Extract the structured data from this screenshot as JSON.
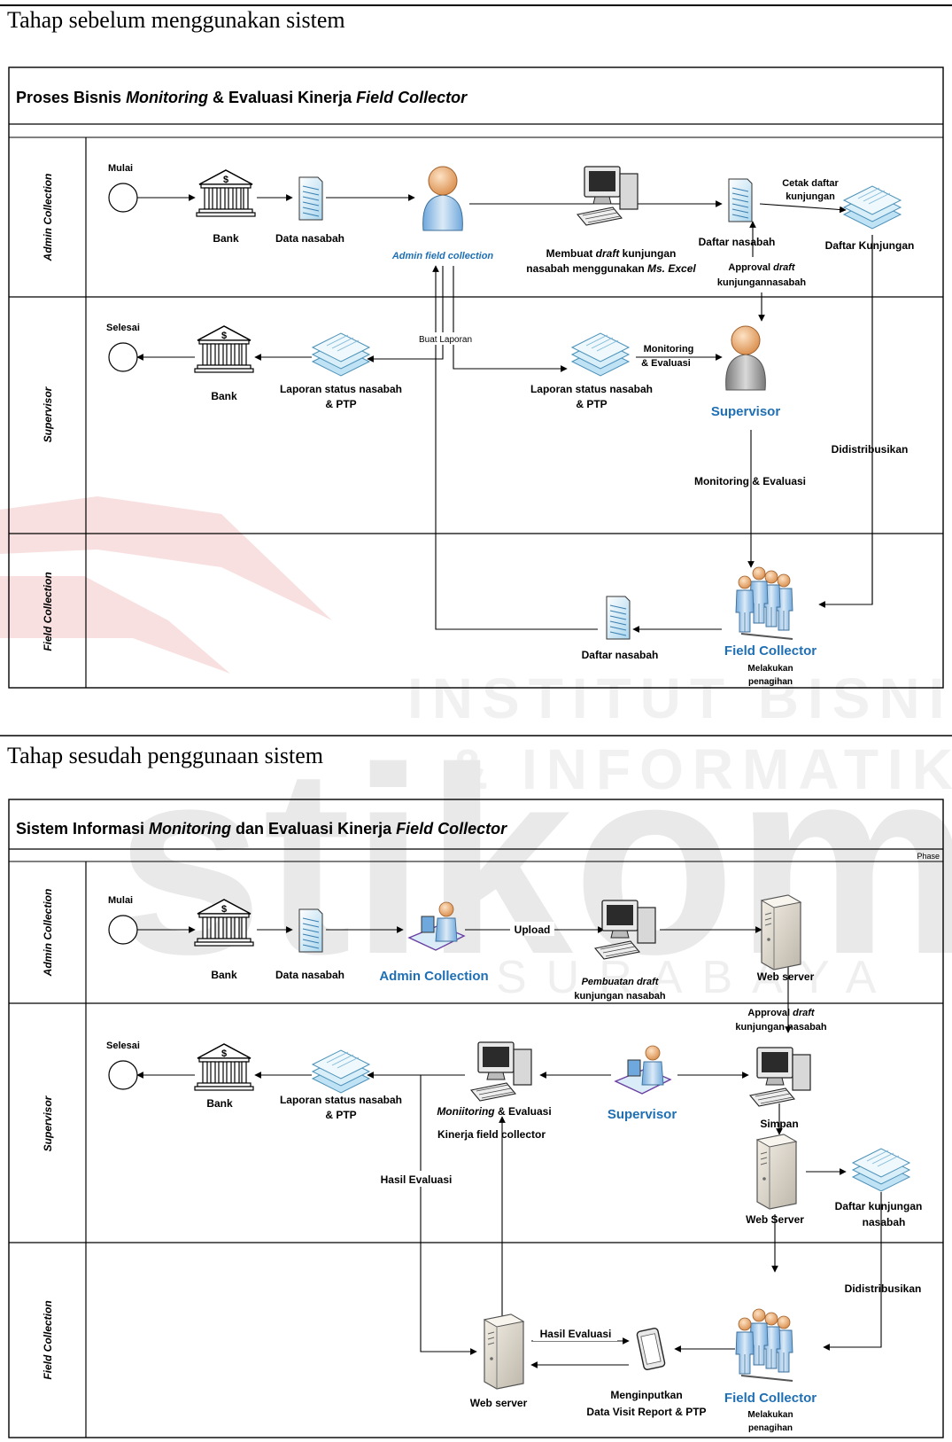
{
  "headings": {
    "before": "Tahap sebelum menggunakan sistem",
    "after": "Tahap sesudah penggunaan sistem"
  },
  "watermark": {
    "line1": "INSTITUT BISNIS",
    "line2": "& INFORMATIKA",
    "logo": "stikom",
    "city": "SURABAYA"
  },
  "diagram1": {
    "title_parts": [
      "Proses Bisnis ",
      "Monitoring",
      " & Evaluasi Kinerja ",
      "Field Collector"
    ],
    "lanes": [
      "Admin Collection",
      "Supervisor",
      "Field Collection"
    ],
    "admin": {
      "start": "Mulai",
      "bank": "Bank",
      "data_nasabah": "Data nasabah",
      "actor": "Admin field collection",
      "excel_line1_parts": [
        "Membuat ",
        "draft",
        " kunjungan"
      ],
      "excel_line2_parts": [
        "nasabah menggunakan ",
        "Ms. Excel"
      ],
      "daftar_nasabah": "Daftar nasabah",
      "cetak_line1": "Cetak daftar",
      "cetak_line2": "kunjungan",
      "daftar_kunjungan": "Daftar Kunjungan",
      "approval_line1_parts": [
        "Approval ",
        "draft"
      ],
      "approval_line2": "kunjungannasabah"
    },
    "supervisor": {
      "end": "Selesai",
      "bank": "Bank",
      "laporan_line1": "Laporan status nasabah",
      "laporan_line2": "& PTP",
      "buat_laporan": "Buat Laporan",
      "laporan2_line1": "Laporan status nasabah",
      "laporan2_line2": "& PTP",
      "monitoring_line1": "Monitoring",
      "monitoring_line2": "& Evaluasi",
      "actor": "Supervisor",
      "monitoring_eval": "Monitoring & Evaluasi",
      "didistribusikan": "Didistribusikan"
    },
    "field": {
      "daftar_nasabah": "Daftar nasabah",
      "actor": "Field Collector",
      "action_line1": "Melakukan",
      "action_line2": "penagihan"
    }
  },
  "diagram2": {
    "title_parts": [
      "Sistem Informasi ",
      "Monitoring",
      " dan Evaluasi Kinerja ",
      "Field Collector"
    ],
    "phase": "Phase",
    "lanes": [
      "Admin Collection",
      "Supervisor",
      "Field Collection"
    ],
    "admin": {
      "start": "Mulai",
      "bank": "Bank",
      "data_nasabah": "Data nasabah",
      "actor": "Admin Collection",
      "upload": "Upload",
      "pembuatan_line1_parts": [
        "Pembuatan ",
        "draft"
      ],
      "pembuatan_line2": "kunjungan nasabah",
      "web_server": "Web server"
    },
    "supervisor": {
      "end": "Selesai",
      "bank": "Bank",
      "laporan_line1": "Laporan status nasabah",
      "laporan_line2": "& PTP",
      "moni_line1_parts": [
        "Moniitoring",
        " & Evaluasi"
      ],
      "moni_line2": "Kinerja field collector",
      "actor": "Supervisor",
      "approval_line1_parts": [
        "Approval ",
        "draft"
      ],
      "approval_line2": "kunjungan nasabah",
      "simpan": "Simpan",
      "web_server": "Web Server",
      "daftar_line1": "Daftar kunjungan",
      "daftar_line2": "nasabah",
      "hasil_evaluasi": "Hasil Evaluasi"
    },
    "field": {
      "hasil_evaluasi": "Hasil Evaluasi",
      "web_server": "Web server",
      "input_line1": "Menginputkan",
      "input_line2": "Data Visit Report & PTP",
      "actor": "Field Collector",
      "action_line1": "Melakukan",
      "action_line2": "penagihan",
      "didistribusikan": "Didistribusikan"
    }
  },
  "colors": {
    "accent_blue": "#1f6fb4",
    "line": "#000000",
    "watermark": "#e3e3e3",
    "watermark_red": "#f6c9ca"
  }
}
